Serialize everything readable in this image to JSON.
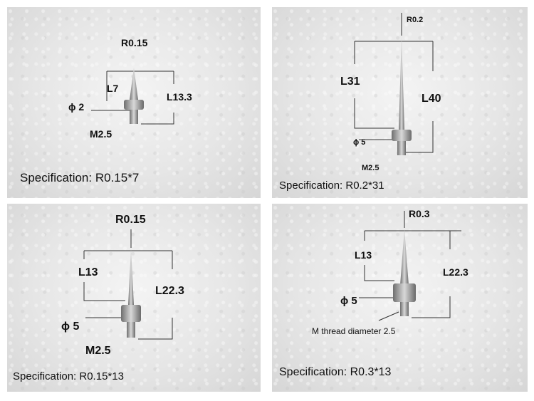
{
  "panels": [
    {
      "tip_label": "R0.15",
      "length_label": "L7",
      "total_label": "L13.3",
      "diameter_label": "ϕ 2",
      "thread_label": "M2.5",
      "specification": "Specification: R0.15*7"
    },
    {
      "tip_label": "R0.2",
      "length_label": "L31",
      "total_label": "L40",
      "diameter_label": "ϕ 5",
      "thread_label": "M2.5",
      "specification": "Specification: R0.2*31"
    },
    {
      "tip_label": "R0.15",
      "length_label": "L13",
      "total_label": "L22.3",
      "diameter_label": "ϕ 5",
      "thread_label": "M2.5",
      "specification": "Specification: R0.15*13"
    },
    {
      "tip_label": "R0.3",
      "length_label": "L13",
      "total_label": "L22.3",
      "diameter_label": "ϕ 5",
      "thread_label": "M thread diameter 2.5",
      "specification": "Specification: R0.3*13"
    }
  ],
  "colors": {
    "background": "#ffffff",
    "text": "#111111",
    "dimension_line": "#333333",
    "metal_light": "#c8c8c8",
    "metal_dark": "#7a7a7a"
  }
}
